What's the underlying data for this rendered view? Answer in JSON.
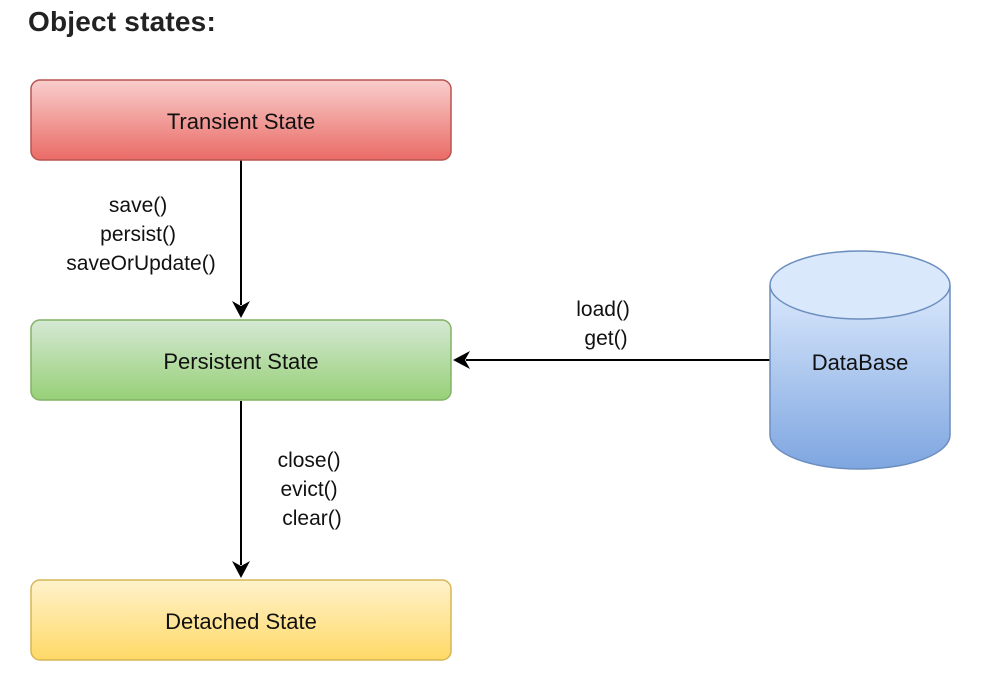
{
  "heading": "Object states:",
  "nodes": {
    "transient": {
      "label": "Transient State",
      "fill_top": "#f8cecc",
      "fill_bottom": "#ea6b66",
      "stroke": "#b85450"
    },
    "persistent": {
      "label": "Persistent State",
      "fill_top": "#d5e8d4",
      "fill_bottom": "#97d077",
      "stroke": "#82b366"
    },
    "detached": {
      "label": "Detached State",
      "fill_top": "#fff2cc",
      "fill_bottom": "#ffd966",
      "stroke": "#d6b656"
    },
    "database": {
      "label": "DataBase",
      "fill_top": "#dae8fc",
      "fill_bottom": "#7ea6e0",
      "stroke": "#6c8ebf"
    }
  },
  "edges": {
    "transient_to_persistent": {
      "lines": [
        "save()",
        "persist()",
        "saveOrUpdate()"
      ]
    },
    "persistent_to_detached": {
      "lines": [
        "close()",
        "evict()",
        "clear()"
      ]
    },
    "database_to_persistent": {
      "lines": [
        "load()",
        "get()"
      ]
    }
  }
}
